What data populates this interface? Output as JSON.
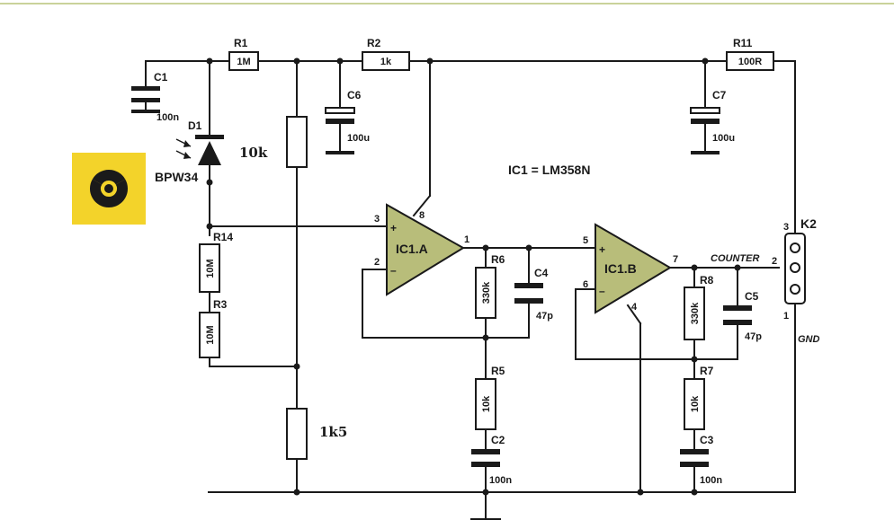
{
  "colors": {
    "opamp_fill": "#b8bd7a",
    "radiation_bg": "#f3d32a",
    "wire": "#1a1a1a",
    "top_border": "#c9d29a"
  },
  "ic_note": "IC1 = LM358N",
  "components": {
    "R1": {
      "ref": "R1",
      "value": "1M"
    },
    "R2": {
      "ref": "R2",
      "value": "1k"
    },
    "R11": {
      "ref": "R11",
      "value": "100R"
    },
    "R14": {
      "ref": "R14",
      "value": "10M"
    },
    "R3": {
      "ref": "R3",
      "value": "10M"
    },
    "R6": {
      "ref": "R6",
      "value": "330k"
    },
    "R5": {
      "ref": "R5",
      "value": "10k"
    },
    "R8": {
      "ref": "R8",
      "value": "330k"
    },
    "R7": {
      "ref": "R7",
      "value": "10k"
    },
    "RV1": {
      "value": "10k"
    },
    "RV2": {
      "value": "1k5"
    },
    "C1": {
      "ref": "C1",
      "value": "100n"
    },
    "C6": {
      "ref": "C6",
      "value": "100u"
    },
    "C7": {
      "ref": "C7",
      "value": "100u"
    },
    "C4": {
      "ref": "C4",
      "value": "47p"
    },
    "C2": {
      "ref": "C2",
      "value": "100n"
    },
    "C5": {
      "ref": "C5",
      "value": "47p"
    },
    "C3": {
      "ref": "C3",
      "value": "100n"
    },
    "D1": {
      "ref": "D1",
      "value": "BPW34"
    },
    "IC1A": {
      "ref": "IC1.A"
    },
    "IC1B": {
      "ref": "IC1.B"
    },
    "K2": {
      "ref": "K2",
      "signal": "COUNTER",
      "ground": "GND"
    }
  },
  "pins": {
    "ic1a_in_plus": "3",
    "ic1a_in_minus": "2",
    "ic1a_out": "1",
    "ic1a_supply": "8",
    "ic1b_in_plus": "5",
    "ic1b_in_minus": "6",
    "ic1b_out": "7",
    "ic1b_gnd": "4",
    "k2_1": "1",
    "k2_2": "2",
    "k2_3": "3",
    "plus_sign": "+",
    "minus_sign": "–"
  }
}
